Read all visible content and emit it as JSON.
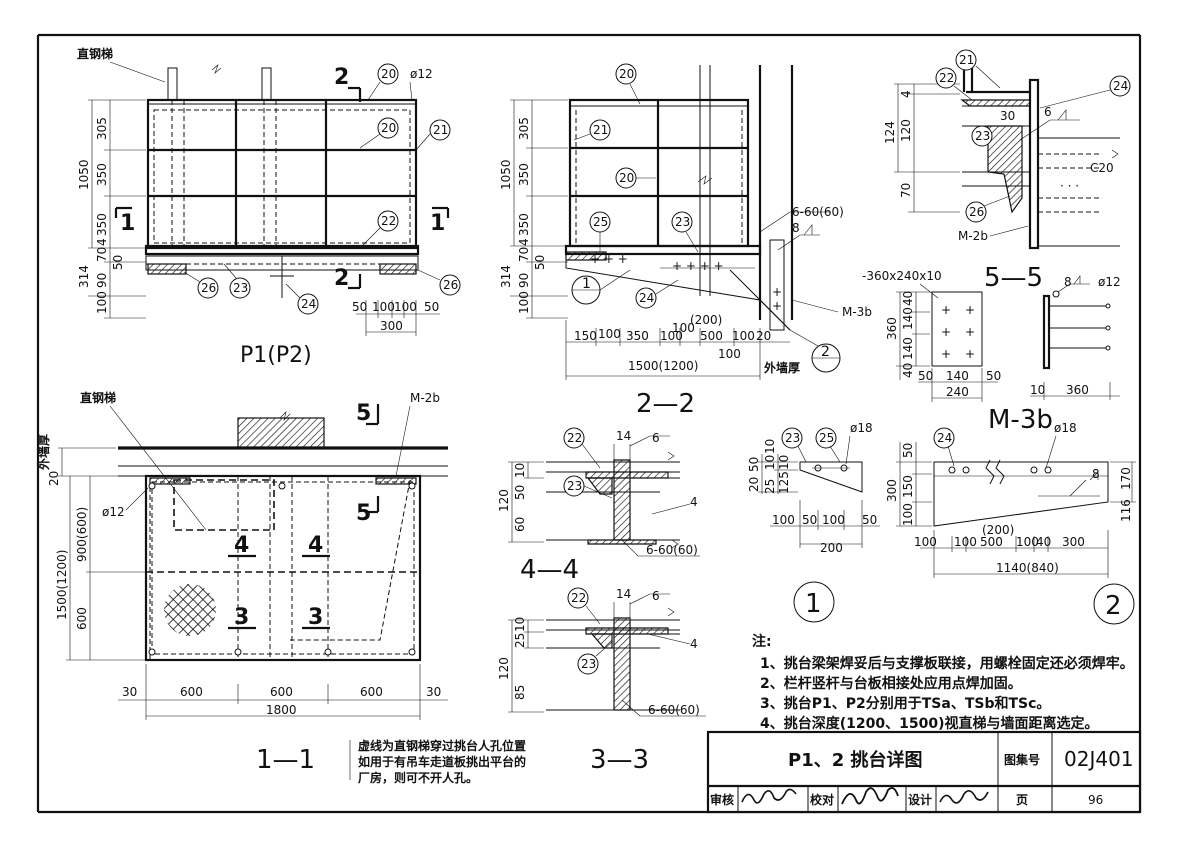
{
  "views": {
    "p1": {
      "label_ladder": "直钢梯",
      "dim_vertical": [
        "305",
        "350",
        "350",
        "1050",
        "4",
        "70",
        "50",
        "90",
        "314",
        "100"
      ],
      "dim_bottom": [
        "50",
        "100",
        "100",
        "50",
        "300"
      ],
      "balloons": [
        "20",
        "20",
        "21",
        "22",
        "23",
        "24",
        "26"
      ],
      "dia": "ø12",
      "section_marks": [
        "1",
        "1",
        "2",
        "2"
      ],
      "title": "P1(P2)"
    },
    "s22": {
      "dim_vertical": [
        "305",
        "350",
        "350",
        "1050",
        "4",
        "70",
        "50",
        "90",
        "314",
        "100"
      ],
      "dim_bottom": [
        "150",
        "100",
        "350",
        "100",
        "100",
        "(200)",
        "500",
        "100",
        "20",
        "100",
        "1500(1200)"
      ],
      "outer_wall": "外墙厚",
      "balloons": [
        "20",
        "21",
        "20",
        "25",
        "23",
        "24"
      ],
      "weld": "6-60(60)",
      "weld_size": "8",
      "ref": "M-3b",
      "detail_marks": [
        "1",
        "2"
      ],
      "title": "2—2"
    },
    "s55": {
      "dims": [
        "4",
        "120",
        "124",
        "70",
        "30",
        "6"
      ],
      "balloons": [
        "21",
        "22",
        "23",
        "24",
        "26"
      ],
      "concrete": "C20",
      "ref": "M-2b",
      "title": "5—5"
    },
    "m3b": {
      "plate": "-360x240x10",
      "dims_left": [
        "40",
        "140",
        "140",
        "40",
        "360"
      ],
      "dims_bottom": [
        "50",
        "140",
        "50",
        "240"
      ],
      "side_dims": [
        "10",
        "360"
      ],
      "dia": "ø12",
      "weld_size": "8",
      "title": "M-3b"
    },
    "s11": {
      "label_ladder": "直钢梯",
      "outer_wall": "外墙厚",
      "ref": "M-2b",
      "dia": "ø12",
      "dim_left": [
        "20",
        "900(600)",
        "600",
        "1500(1200)"
      ],
      "dim_bottom": [
        "30",
        "600",
        "600",
        "600",
        "30",
        "1800"
      ],
      "section_marks": [
        "4",
        "4",
        "3",
        "3",
        "5",
        "5"
      ],
      "title": "1—1",
      "note": [
        "虚线为直钢梯穿过挑台人孔位置",
        "如用于有吊车走道板挑出平台的",
        "厂房，则可不开人孔。"
      ]
    },
    "s44": {
      "dims": [
        "14",
        "6",
        "4",
        "10",
        "50",
        "120",
        "60"
      ],
      "balloons": [
        "22",
        "23"
      ],
      "weld": "6-60(60)",
      "weld_size": "4",
      "title": "4—4"
    },
    "s33": {
      "dims": [
        "14",
        "6",
        "4",
        "10",
        "25",
        "120",
        "85"
      ],
      "balloons": [
        "22",
        "23"
      ],
      "weld": "6-60(60)",
      "weld_size": "4",
      "title": "3—3"
    },
    "d1": {
      "balloons": [
        "23",
        "25"
      ],
      "dia": "ø18",
      "dims_left": [
        "20",
        "50",
        "10",
        "10",
        "25",
        "10",
        "125"
      ],
      "dims_bottom": [
        "100",
        "50",
        "100",
        "50",
        "200"
      ],
      "title": "1"
    },
    "d2": {
      "balloons": [
        "24"
      ],
      "dia": "ø18",
      "weld_size": "8",
      "dims_left": [
        "50",
        "150",
        "100",
        "300"
      ],
      "dims_right": [
        "170",
        "116"
      ],
      "dims_bottom": [
        "100",
        "100",
        "500",
        "(200)",
        "100",
        "40",
        "300",
        "1140(840)"
      ],
      "title": "2"
    }
  },
  "notes": {
    "heading": "注:",
    "items": [
      "1、挑台梁架焊妥后与支撑板联接，用螺栓固定还必须焊牢。",
      "2、栏杆竖杆与台板相接处应用点焊加固。",
      "3、挑台P1、P2分别用于TSa、TSb和TSc。",
      "4、挑台深度(1200、1500)视直梯与墙面距离选定。"
    ]
  },
  "title_block": {
    "title": "P1、2 挑台详图",
    "atlas_label": "图集号",
    "atlas_no": "02J401",
    "review": "审核",
    "check": "校对",
    "design": "设计",
    "page_label": "页",
    "page_no": "96"
  }
}
